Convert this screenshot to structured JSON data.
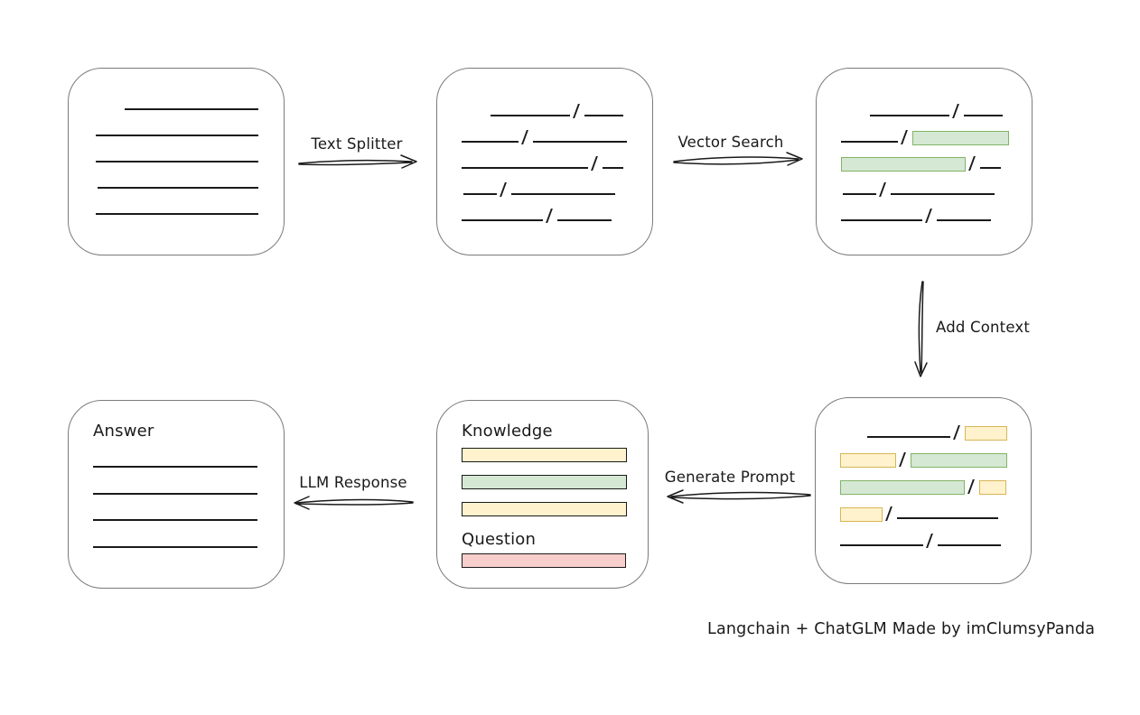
{
  "caption": "Langchain + ChatGLM Made by imClumsyPanda",
  "colors": {
    "green_fill": "#d5e8d4",
    "green_border": "#82b366",
    "yellow_fill": "#fff2cc",
    "yellow_border": "#d6b656",
    "red_fill": "#f8cecc",
    "red_border": "#b85450",
    "box_border": "#7b7b7b",
    "line": "#1a1a1a"
  },
  "arrows": {
    "text_splitter": {
      "label": "Text Splitter",
      "direction": "right"
    },
    "vector_search": {
      "label": "Vector Search",
      "direction": "right"
    },
    "add_context": {
      "label": "Add Context",
      "direction": "down"
    },
    "generate_prompt": {
      "label": "Generate Prompt",
      "direction": "left"
    },
    "llm_response": {
      "label": "LLM Response",
      "direction": "left"
    }
  },
  "boxes": {
    "document": {
      "lines": [
        {
          "w": 148,
          "indent": 32
        },
        {
          "w": 180,
          "indent": 0
        },
        {
          "w": 180,
          "indent": 0
        },
        {
          "w": 178,
          "indent": 2
        },
        {
          "w": 180,
          "indent": 0
        }
      ]
    },
    "chunks": {
      "rows": [
        {
          "indent": 32,
          "segs": [
            {
              "t": "line",
              "w": 88
            },
            {
              "t": "line",
              "w": 43
            }
          ]
        },
        {
          "indent": 0,
          "segs": [
            {
              "t": "line",
              "w": 63
            },
            {
              "t": "line",
              "w": 104
            }
          ]
        },
        {
          "indent": 0,
          "segs": [
            {
              "t": "line",
              "w": 140
            },
            {
              "t": "line",
              "w": 23
            }
          ]
        },
        {
          "indent": 2,
          "segs": [
            {
              "t": "line",
              "w": 37
            },
            {
              "t": "line",
              "w": 115
            }
          ]
        },
        {
          "indent": 0,
          "segs": [
            {
              "t": "line",
              "w": 90
            },
            {
              "t": "line",
              "w": 60
            }
          ]
        }
      ]
    },
    "retrieved": {
      "rows": [
        {
          "indent": 32,
          "segs": [
            {
              "t": "line",
              "w": 88
            },
            {
              "t": "line",
              "w": 43
            }
          ]
        },
        {
          "indent": 0,
          "segs": [
            {
              "t": "line",
              "w": 63
            },
            {
              "t": "green",
              "w": 107
            }
          ]
        },
        {
          "indent": 0,
          "segs": [
            {
              "t": "green",
              "w": 138
            },
            {
              "t": "line",
              "w": 23
            }
          ]
        },
        {
          "indent": 2,
          "segs": [
            {
              "t": "line",
              "w": 37
            },
            {
              "t": "line",
              "w": 115
            }
          ]
        },
        {
          "indent": 0,
          "segs": [
            {
              "t": "line",
              "w": 90
            },
            {
              "t": "line",
              "w": 60
            }
          ]
        }
      ]
    },
    "context": {
      "rows": [
        {
          "indent": 30,
          "segs": [
            {
              "t": "line",
              "w": 92
            },
            {
              "t": "yellow",
              "w": 47
            }
          ]
        },
        {
          "indent": 0,
          "segs": [
            {
              "t": "yellow",
              "w": 62
            },
            {
              "t": "green",
              "w": 107
            }
          ]
        },
        {
          "indent": 0,
          "segs": [
            {
              "t": "green",
              "w": 138
            },
            {
              "t": "yellow",
              "w": 30
            }
          ]
        },
        {
          "indent": 0,
          "segs": [
            {
              "t": "yellow",
              "w": 47
            },
            {
              "t": "line",
              "w": 112
            }
          ]
        },
        {
          "indent": 0,
          "segs": [
            {
              "t": "line",
              "w": 92
            },
            {
              "t": "line",
              "w": 70
            }
          ]
        }
      ]
    },
    "prompt": {
      "knowledge_label": "Knowledge",
      "question_label": "Question",
      "knowledge_bars": [
        {
          "color": "yellow",
          "w": 183
        },
        {
          "color": "green",
          "w": 183
        },
        {
          "color": "yellow",
          "w": 183
        }
      ],
      "question_bars": [
        {
          "color": "red",
          "w": 182
        }
      ]
    },
    "answer": {
      "label": "Answer",
      "lines": [
        {
          "w": 182,
          "indent": 0
        },
        {
          "w": 182,
          "indent": 0
        },
        {
          "w": 182,
          "indent": 0
        },
        {
          "w": 182,
          "indent": 0
        }
      ]
    }
  }
}
